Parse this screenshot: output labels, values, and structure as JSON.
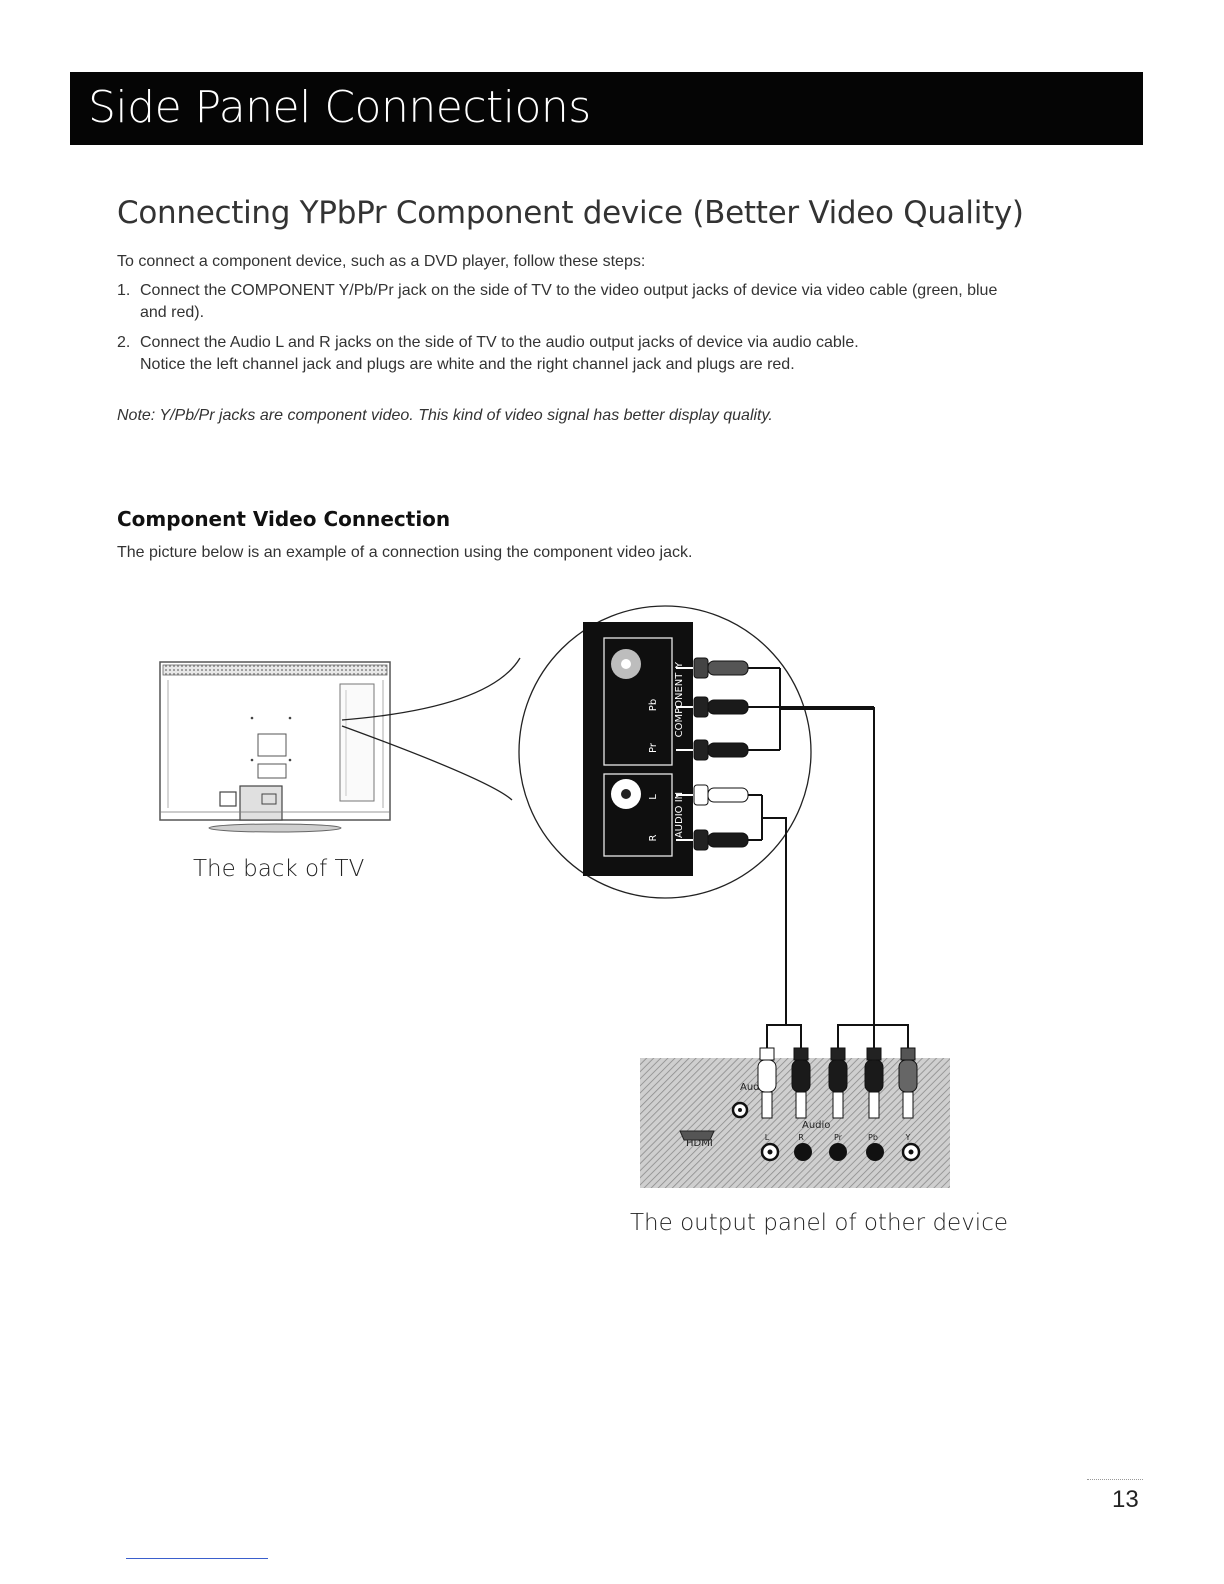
{
  "banner": {
    "title": "Side Panel Connections"
  },
  "section": {
    "heading": "Connecting YPbPr Component device (Better Video Quality)",
    "intro": "To  connect a component device, such as a DVD player, follow these steps:",
    "steps": [
      {
        "number": "1.",
        "text": "Connect the COMPONENT Y/Pb/Pr jack on the side of TV to the video output jacks of device via video cable (green, blue",
        "continuation": "and red)."
      },
      {
        "number": "2.",
        "text": "Connect the Audio L and R jacks on the side of TV to the audio output jacks of device via audio cable.",
        "continuation": "Notice the left channel jack and plugs are white and the right channel jack and plugs are red."
      }
    ],
    "note": "Note: Y/Pb/Pr jacks are component video. This kind of video signal has better display quality."
  },
  "component_video": {
    "heading": "Component Video Connection",
    "description": "The picture below is an example of a connection using the component video jack."
  },
  "diagram": {
    "tv_caption": "The back of TV",
    "device_caption": "The output panel of other device",
    "tv_panel": {
      "component_label": "COMPONENT",
      "audio_label": "AUDIO IN",
      "jacks": [
        "Y",
        "Pb",
        "Pr",
        "L",
        "R"
      ]
    },
    "device_panel": {
      "hdmi_label": "HDMI",
      "audio_label": "Audio",
      "audio_label_partial": "Aud",
      "jack_labels": [
        "L",
        "R",
        "Pr",
        "Pb",
        "Y"
      ]
    }
  },
  "page": {
    "number": "13"
  }
}
